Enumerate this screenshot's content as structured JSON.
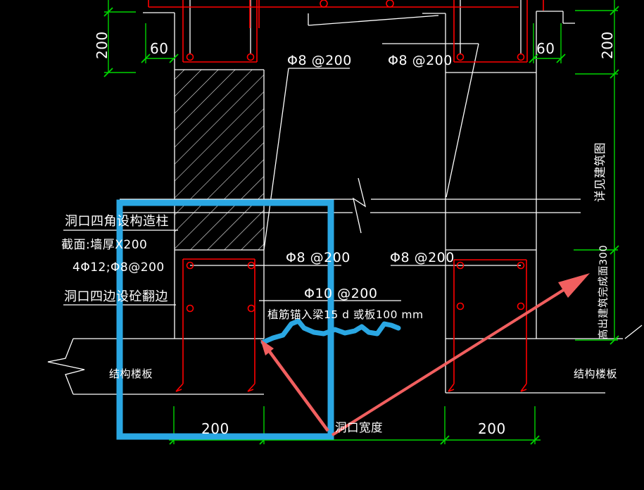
{
  "drawing": {
    "type": "structural-cad-section-detail",
    "colors": {
      "background": "#000000",
      "structure_white": "#ffffff",
      "rebar_red": "#ff0000",
      "dimension_green": "#00d400",
      "highlight_blue": "#2aa7e3",
      "annotation_arrow_red": "#f15f5f"
    },
    "labels": {
      "stirrup_top_left": "Φ8 @200",
      "stirrup_top_mid": "Φ8 @200",
      "stirrup_mid_left": "Φ8 @200",
      "stirrup_mid_right": "Φ8 @200",
      "slab_bar": "Φ10 @200",
      "anchor_note": "植筋锚入梁15 d 或板100 mm",
      "note_corner_columns": "洞口四角设构造柱",
      "note_section": "截面:墙厚X200",
      "note_rebar": "4Φ12;Φ8@200",
      "note_edge_flange": "洞口四边设砼翻边",
      "slab_label_left": "结构楼板",
      "slab_label_right": "结构楼板",
      "opening_width": "洞口宽度",
      "see_arch_drawing": "详见建筑图",
      "above_finish_300": "高出建筑完成面300"
    },
    "dimensions": {
      "left_height": "200",
      "left_offset": "60",
      "right_offset": "60",
      "right_height": "200",
      "bottom_left": "200",
      "bottom_right": "200"
    }
  }
}
